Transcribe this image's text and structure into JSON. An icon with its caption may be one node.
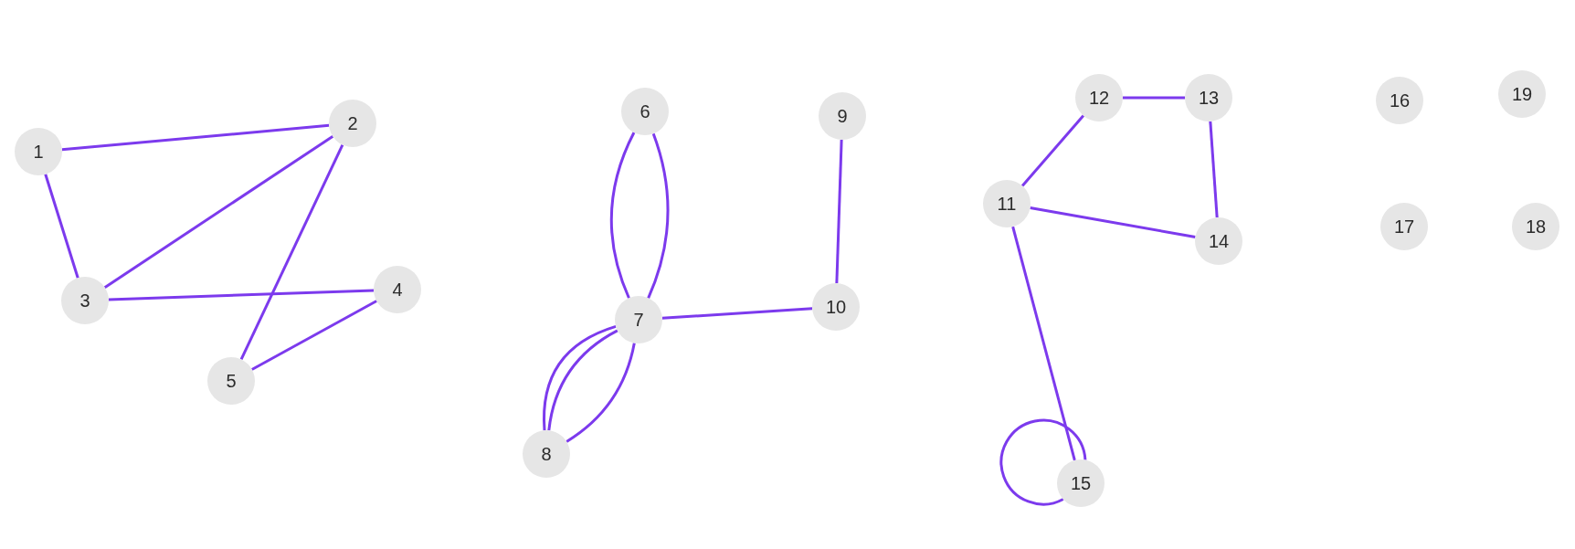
{
  "diagram": {
    "nodes": [
      {
        "text": [
          "1"
        ]
      },
      {
        "text": [
          "2"
        ]
      },
      {
        "text": [
          "3"
        ]
      },
      {
        "text": [
          "4"
        ]
      },
      {
        "text": [
          "5"
        ]
      },
      {
        "text": [
          "6"
        ]
      },
      {
        "text": [
          "7"
        ]
      },
      {
        "text": [
          "8"
        ]
      },
      {
        "text": [
          "9"
        ]
      },
      {
        "text": [
          "10"
        ]
      },
      {
        "text": [
          "11"
        ]
      },
      {
        "text": [
          "12"
        ]
      },
      {
        "text": [
          "13"
        ]
      },
      {
        "text": [
          "14"
        ]
      },
      {
        "text": [
          "15"
        ]
      },
      {
        "text": [
          "16"
        ]
      },
      {
        "text": [
          "17"
        ]
      },
      {
        "text": [
          "18"
        ]
      },
      {
        "text": [
          "19"
        ]
      }
    ],
    "edges": [
      {
        "from": 0,
        "to": 1,
        "arrow": "none"
      },
      {
        "from": 0,
        "to": 2,
        "arrow": "none"
      },
      {
        "from": 1,
        "to": 2,
        "arrow": "none"
      },
      {
        "from": 1,
        "to": 4,
        "arrow": "none"
      },
      {
        "from": 2,
        "to": 3,
        "arrow": "none"
      },
      {
        "from": 3,
        "to": 4,
        "arrow": "none"
      },
      {
        "from": 5,
        "to": 6,
        "arrow": "none"
      },
      {
        "from": 5,
        "to": 6,
        "arrow": "none"
      },
      {
        "from": 6,
        "to": 9,
        "arrow": "none"
      },
      {
        "from": 8,
        "to": 9,
        "arrow": "none"
      },
      {
        "from": 6,
        "to": 7,
        "arrow": "none"
      },
      {
        "from": 6,
        "to": 7,
        "arrow": "none"
      },
      {
        "from": 6,
        "to": 7,
        "arrow": "none"
      },
      {
        "from": 10,
        "to": 11,
        "arrow": "none"
      },
      {
        "from": 11,
        "to": 12,
        "arrow": "none"
      },
      {
        "from": 12,
        "to": 13,
        "arrow": "none"
      },
      {
        "from": 10,
        "to": 13,
        "arrow": "none"
      },
      {
        "from": 10,
        "to": 14,
        "arrow": "none"
      },
      {
        "from": 14,
        "to": 14,
        "arrow": "none"
      }
    ]
  }
}
